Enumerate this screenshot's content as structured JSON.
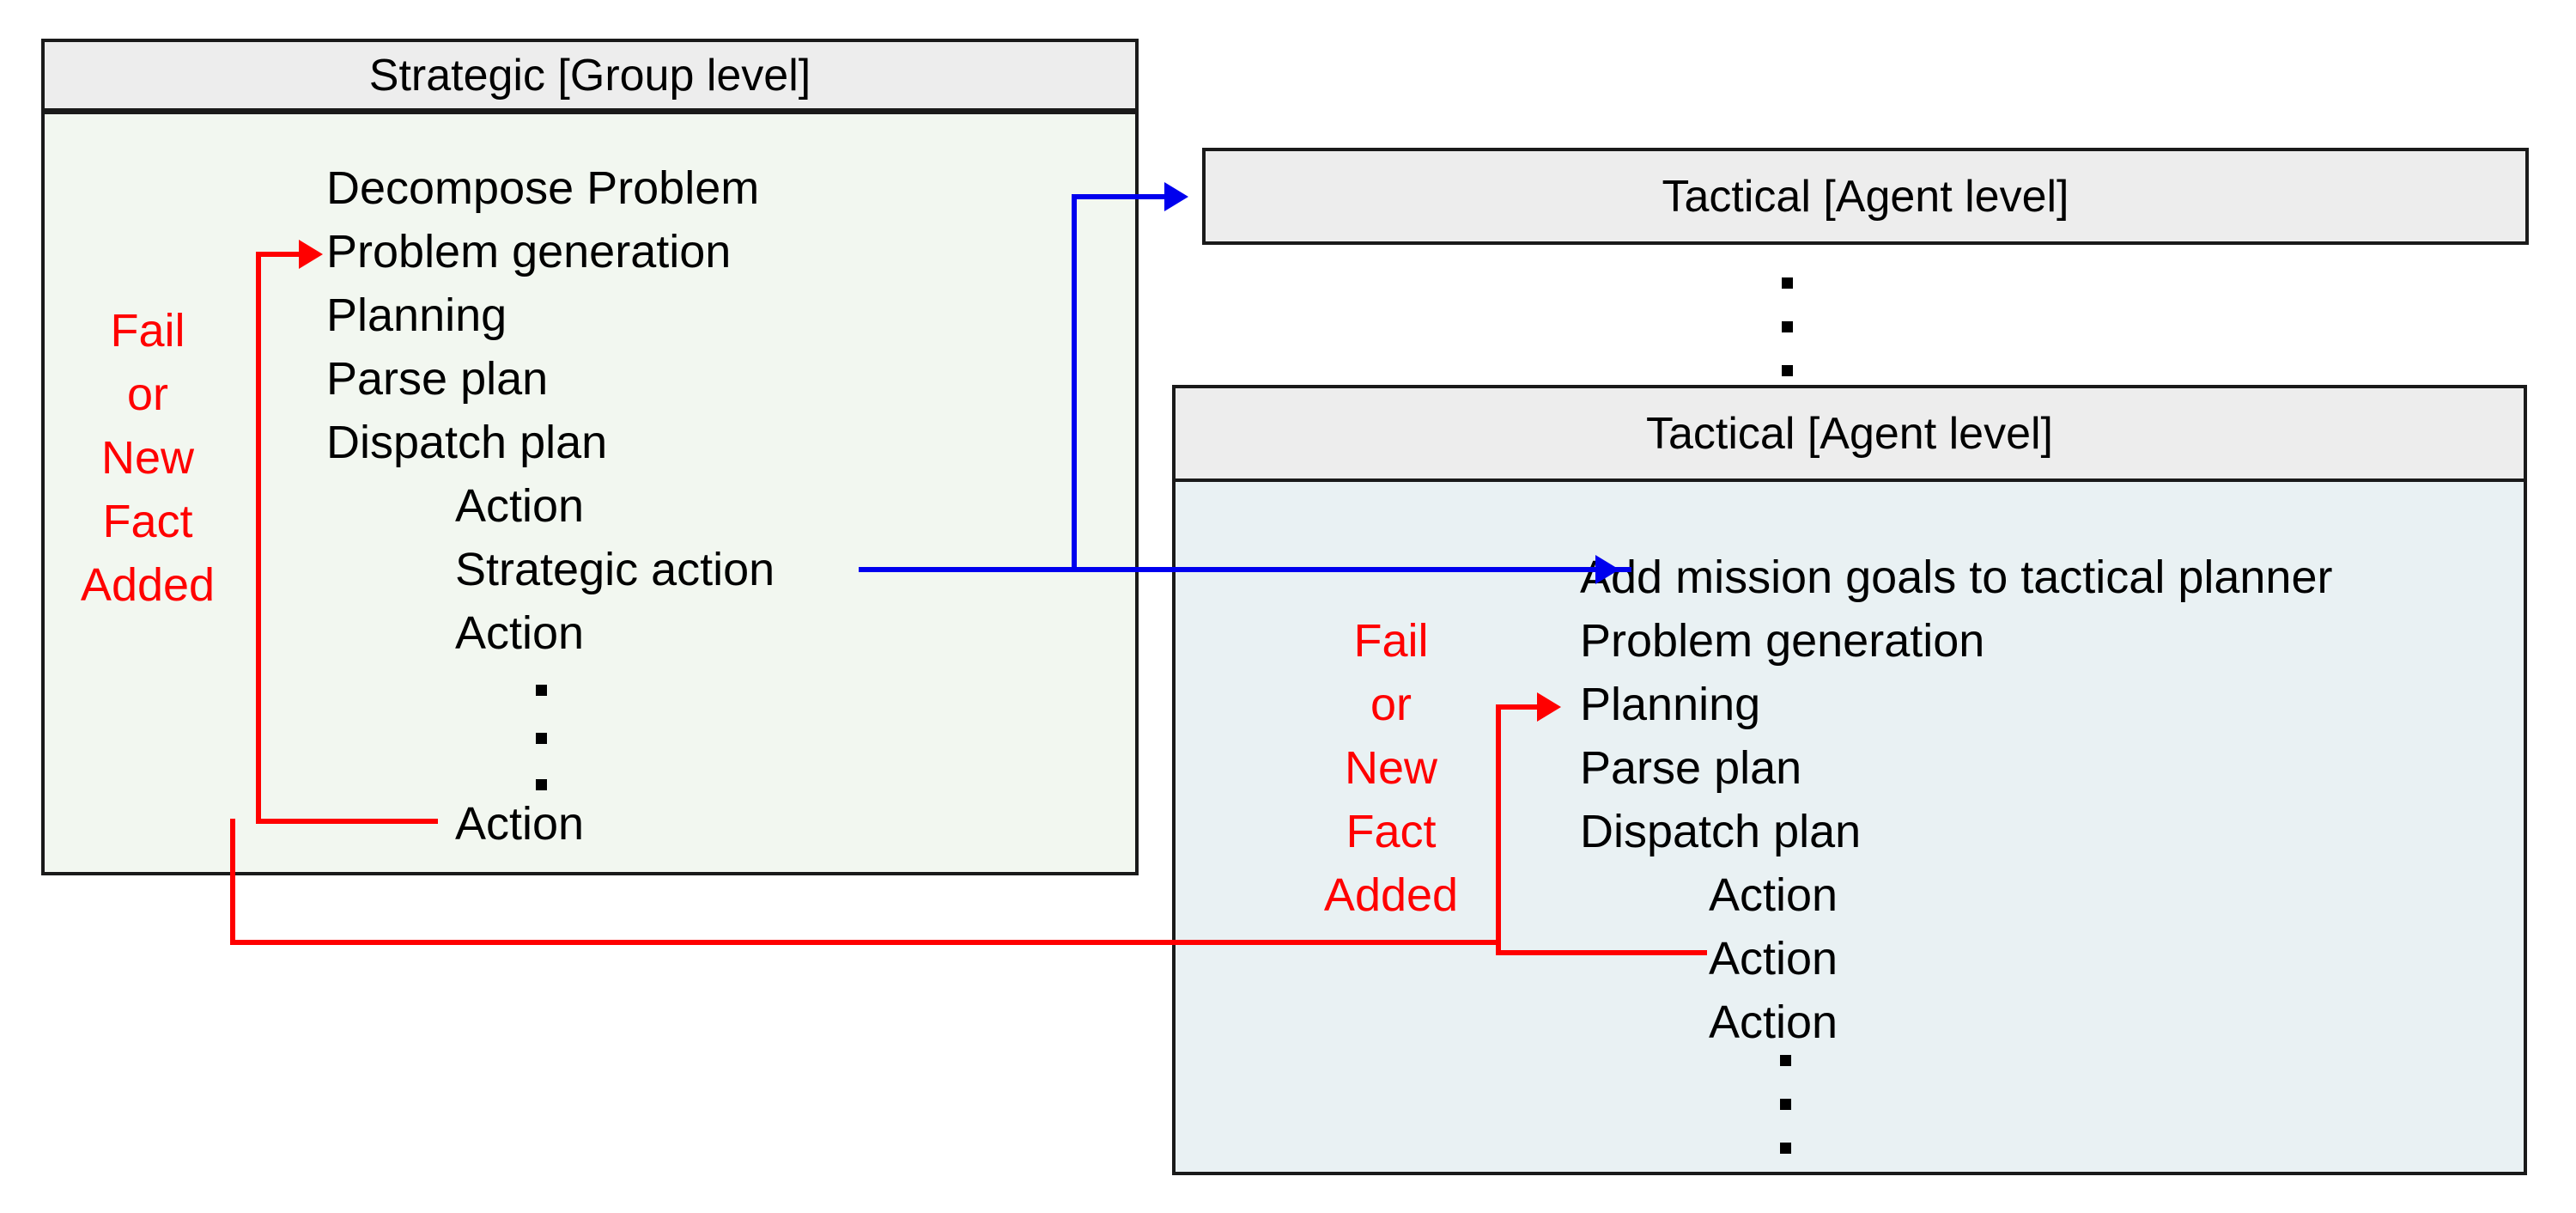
{
  "diagram": {
    "title_strategic": "Strategic [Group level]",
    "title_tactical_1": "Tactical [Agent level]",
    "title_tactical_2": "Tactical [Agent level]",
    "colors": {
      "feedback_arrow": "#ff0000",
      "dispatch_arrow": "#0000ee",
      "strategic_body": "#f2f7f0",
      "tactical_body": "#e9f1f3",
      "header_fill": "#ededed",
      "border": "#1a1a1a"
    },
    "strategic": {
      "steps": [
        {
          "label": "Decompose Problem",
          "indent": 0
        },
        {
          "label": "Problem generation",
          "indent": 0
        },
        {
          "label": "Planning",
          "indent": 0
        },
        {
          "label": "Parse plan",
          "indent": 0
        },
        {
          "label": "Dispatch plan",
          "indent": 0
        },
        {
          "label": "Action",
          "indent": 1
        },
        {
          "label": "Strategic action",
          "indent": 1
        },
        {
          "label": "Action",
          "indent": 1
        },
        {
          "label": "Action",
          "indent": 1
        }
      ],
      "ellipsis_symbol": "vertical-dots",
      "feedback_label": {
        "lines": [
          "Fail",
          "or",
          "New",
          "Fact",
          "Added"
        ],
        "text": "Fail or New Fact Added"
      },
      "feedback_target": "Problem generation",
      "feedback_source": "Action"
    },
    "tactical": {
      "steps": [
        {
          "label": "Add mission goals to tactical planner",
          "indent": 0
        },
        {
          "label": "Problem generation",
          "indent": 0
        },
        {
          "label": "Planning",
          "indent": 0
        },
        {
          "label": "Parse plan",
          "indent": 0
        },
        {
          "label": "Dispatch plan",
          "indent": 0
        },
        {
          "label": "Action",
          "indent": 1
        },
        {
          "label": "Action",
          "indent": 1
        },
        {
          "label": "Action",
          "indent": 1
        }
      ],
      "ellipsis_symbol": "vertical-dots",
      "feedback_label": {
        "lines": [
          "Fail",
          "or",
          "New",
          "Fact",
          "Added"
        ],
        "text": "Fail or New Fact Added"
      },
      "feedback_target": "Planning",
      "feedback_source": "Action",
      "entry_step": "Add mission goals to tactical planner"
    },
    "between_panels_ellipsis": "vertical-dots"
  }
}
